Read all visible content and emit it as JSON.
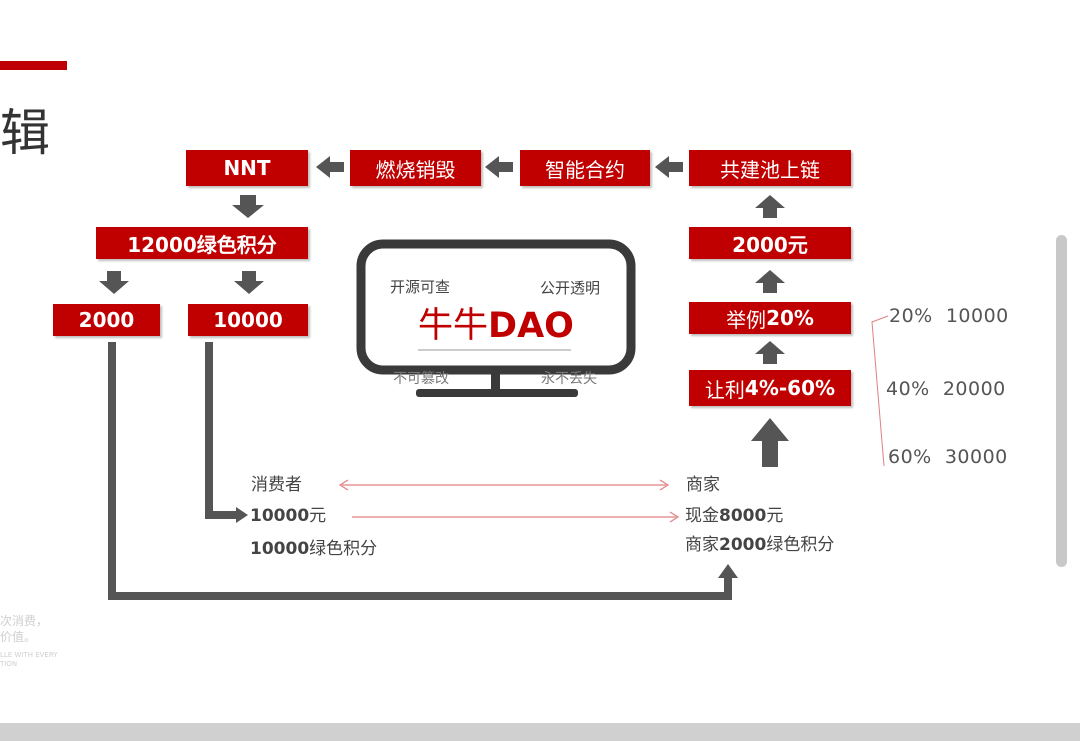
{
  "slide": {
    "title_fragment": "辑",
    "footer_cn_line1": "次消费，",
    "footer_cn_line2": "价值。",
    "footer_en_line1": "LLE WITH EVERY",
    "footer_en_line2": "TION"
  },
  "flow": {
    "nnt": "NNT",
    "burn": "燃烧销毁",
    "contract": "智能合约",
    "pool": "共建池上链",
    "points_total": "12000绿色积分",
    "split_left": "2000",
    "split_right": "10000",
    "amount_2000": "2000元",
    "example_prefix": "举例",
    "example_pct": "20%",
    "profit_prefix": "让利",
    "profit_range": "4%-60%"
  },
  "monitor": {
    "top_left": "开源可查",
    "top_right": "公开透明",
    "brand_cn": "牛牛",
    "brand_en": "DAO",
    "bottom_left": "不可篡改",
    "bottom_right": "永不丢失"
  },
  "transaction": {
    "consumer_label": "消费者",
    "consumer_pay_num": "10000",
    "consumer_pay_unit": "元",
    "consumer_points_num": "10000",
    "consumer_points_unit": "绿色积分",
    "merchant_label": "商家",
    "merchant_cash_prefix": "现金",
    "merchant_cash_num": "8000",
    "merchant_cash_unit": "元",
    "merchant_points_prefix": "商家",
    "merchant_points_num": "2000",
    "merchant_points_unit": "绿色积分"
  },
  "examples": [
    {
      "pct": "20%",
      "value": "10000"
    },
    {
      "pct": "40%",
      "value": "20000"
    },
    {
      "pct": "60%",
      "value": "30000"
    }
  ],
  "colors": {
    "accent": "#c00000",
    "arrow": "#555555",
    "thin_line": "#e08080",
    "bottom_bar": "#d0d0d0",
    "scrollbar": "#c8c8c8"
  }
}
